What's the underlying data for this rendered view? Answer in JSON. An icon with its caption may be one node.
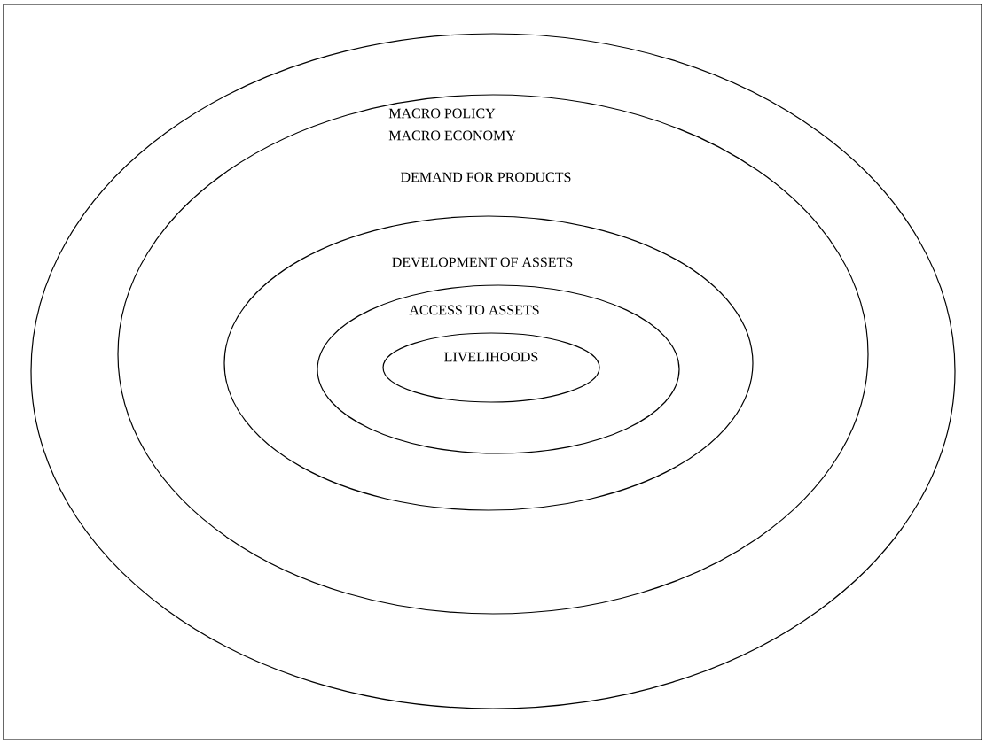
{
  "diagram": {
    "nodes": [
      {
        "text": [],
        "shape": "ellipse"
      },
      {
        "text": [
          "MACRO POLICY",
          "MACRO ECONOMY",
          "DEMAND FOR PRODUCTS"
        ],
        "in": 0
      },
      {
        "text": [
          "DEVELOPMENT OF ASSETS"
        ],
        "in": 1
      },
      {
        "text": [
          "ACCESS TO ASSETS"
        ],
        "in": 2
      },
      {
        "text": [
          "LIVELIHOODS"
        ],
        "in": 3
      }
    ]
  }
}
